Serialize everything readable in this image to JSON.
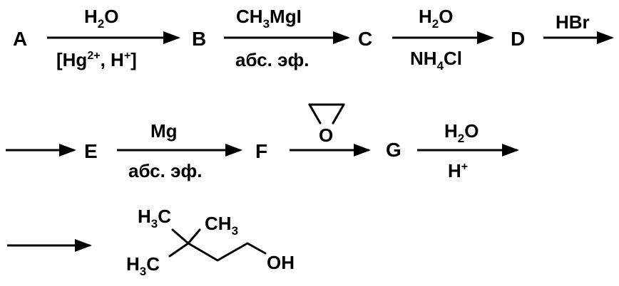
{
  "compounds": {
    "A": "A",
    "B": "B",
    "C": "C",
    "D": "D",
    "E": "E",
    "F": "F",
    "G": "G"
  },
  "steps": {
    "step1": {
      "above": {
        "main": "H",
        "sub": "2",
        "tail": "O"
      },
      "below": {
        "open": "[Hg",
        "sup1": "2+",
        "mid": ", H",
        "sup2": "+",
        "close": "]"
      }
    },
    "step2": {
      "above": {
        "pre": "CH",
        "sub": "3",
        "post": "MgI"
      },
      "below": "абс. эф."
    },
    "step3": {
      "above": {
        "main": "H",
        "sub": "2",
        "tail": "O"
      },
      "below": {
        "pre": "NH",
        "sub": "4",
        "post": "Cl"
      }
    },
    "step4": {
      "above": "HBr"
    },
    "step5": {
      "above": "Mg",
      "below": "абс. эф."
    },
    "step6": {
      "above_ring_atom": "O"
    },
    "step7": {
      "above": {
        "main": "H",
        "sub": "2",
        "tail": "O"
      },
      "below": {
        "main": "H",
        "sup": "+"
      }
    }
  },
  "product": {
    "methyl_top_left": {
      "pre": "H",
      "sub": "3",
      "post": "C"
    },
    "methyl_top_right": {
      "pre": "CH",
      "sub": "3"
    },
    "methyl_bottom_left": {
      "pre": "H",
      "sub": "3",
      "post": "C"
    },
    "hydroxyl": "OH"
  }
}
